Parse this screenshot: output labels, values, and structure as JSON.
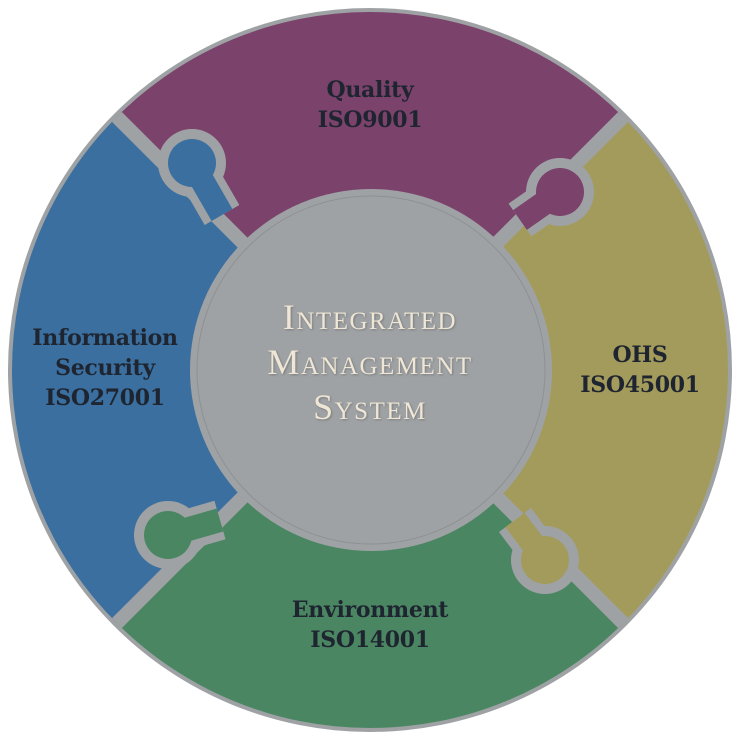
{
  "title": [
    "Integrated",
    "Management",
    "System"
  ],
  "pieces": {
    "quality": {
      "name": "Quality",
      "standard": "ISO9001",
      "color": "#7b426b"
    },
    "ohs": {
      "name": "OHS",
      "standard": "ISO45001",
      "color": "#a39b5c"
    },
    "environment": {
      "name": "Environment",
      "standard": "ISO14001",
      "color": "#4b8663"
    },
    "infosec": {
      "name_line1": "Information",
      "name_line2": "Security",
      "standard": "ISO27001",
      "color": "#3a6f9f"
    }
  },
  "colors": {
    "gap": "#9fa2a4",
    "center": "#9fa2a4"
  }
}
